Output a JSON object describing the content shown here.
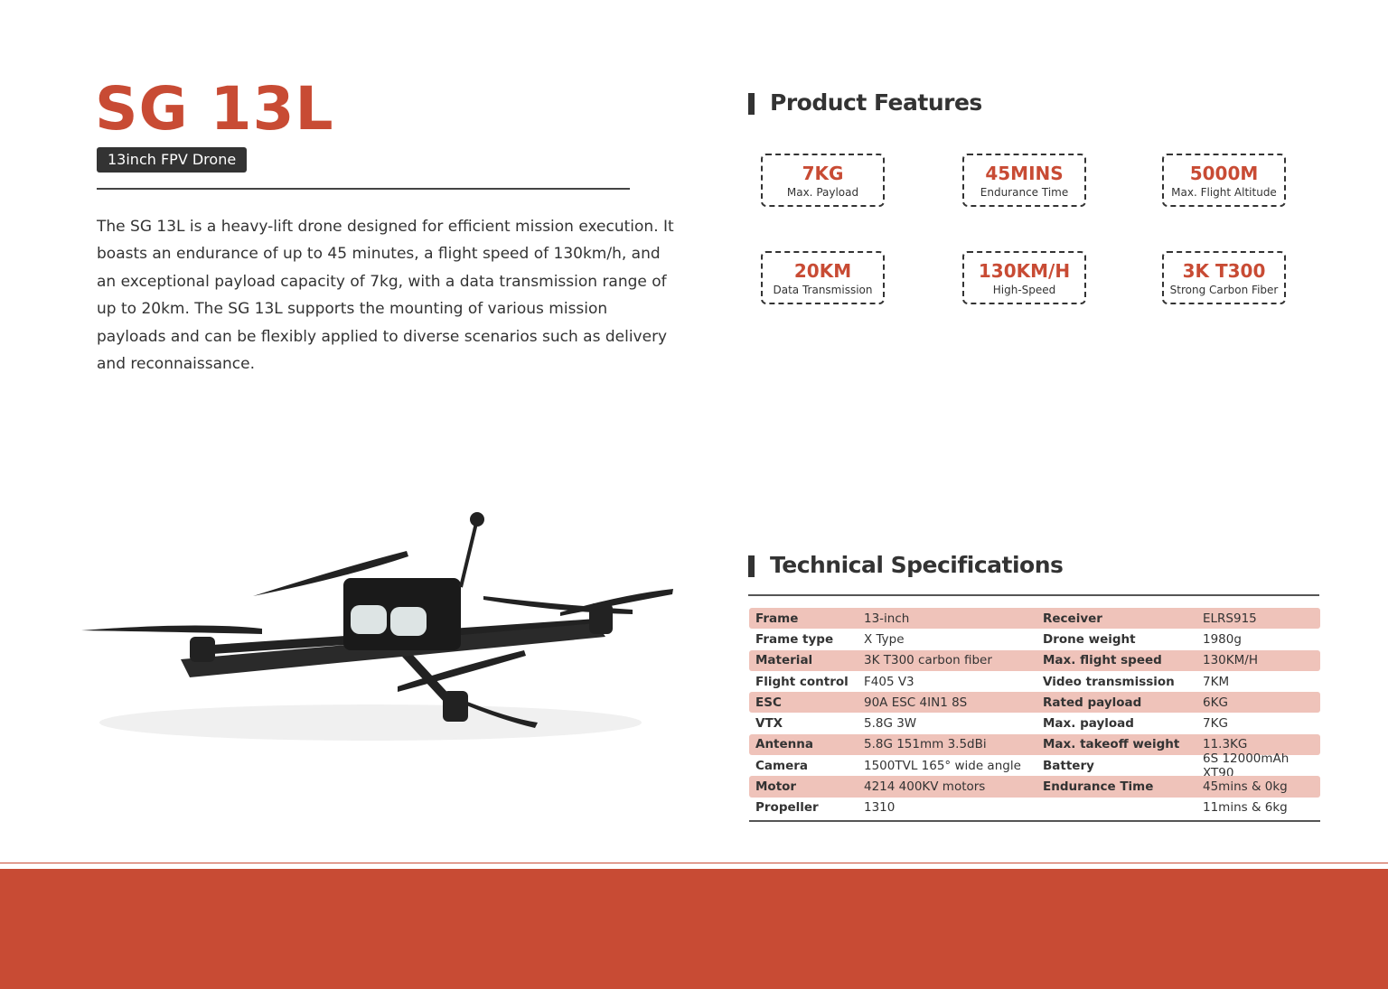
{
  "product": {
    "title": "SG 13L",
    "subtitle": "13inch FPV Drone",
    "description": "The SG 13L is a heavy-lift drone designed for efficient mission execution. It boasts an endurance of up to 45 minutes, a flight speed of 130km/h, and an exceptional payload capacity of 7kg, with a data transmission range of up to 20km. The SG 13L supports the mounting of various mission payloads and can be flexibly applied to diverse scenarios such as delivery and reconnaissance."
  },
  "features": {
    "heading": "Product Features",
    "items": [
      {
        "value": "7KG",
        "label": "Max. Payload"
      },
      {
        "value": "45MINS",
        "label": "Endurance Time"
      },
      {
        "value": "5000M",
        "label": "Max. Flight Altitude"
      },
      {
        "value": "20KM",
        "label": "Data Transmission"
      },
      {
        "value": "130KM/H",
        "label": "High-Speed"
      },
      {
        "value": "3K T300",
        "label": "Strong Carbon Fiber"
      }
    ]
  },
  "specs": {
    "heading": "Technical Specifications",
    "rows": [
      [
        "Frame",
        "13-inch",
        "Receiver",
        "ELRS915"
      ],
      [
        "Frame type",
        "X Type",
        "Drone weight",
        "1980g"
      ],
      [
        "Material",
        "3K T300 carbon fiber",
        "Max. flight speed",
        "130KM/H"
      ],
      [
        "Flight control",
        "F405 V3",
        "Video transmission",
        "7KM"
      ],
      [
        "ESC",
        "90A ESC 4IN1 8S",
        "Rated payload",
        "6KG"
      ],
      [
        "VTX",
        "5.8G 3W",
        "Max. payload",
        "7KG"
      ],
      [
        "Antenna",
        "5.8G 151mm 3.5dBi",
        "Max. takeoff weight",
        "11.3KG"
      ],
      [
        "Camera",
        "1500TVL 165° wide angle",
        "Battery",
        "6S 12000mAh XT90"
      ],
      [
        "Motor",
        "4214 400KV motors",
        "Endurance Time",
        "45mins & 0kg"
      ],
      [
        "Propeller",
        "1310",
        "",
        "11mins & 6kg"
      ]
    ]
  },
  "colors": {
    "accent": "#c84b34",
    "row": "#efc3ba"
  }
}
